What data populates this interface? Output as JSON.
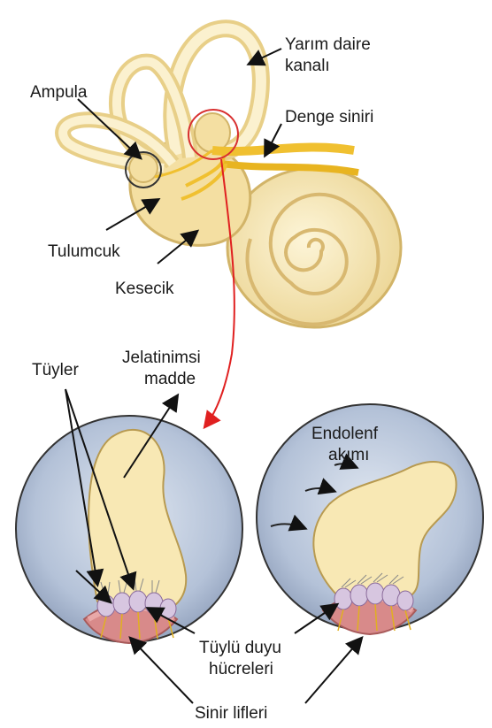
{
  "labels": {
    "yarim_daire_1": "Yarım daire",
    "yarim_daire_2": "kanalı",
    "ampula": "Ampula",
    "denge_siniri": "Denge siniri",
    "tulumcuk": "Tulumcuk",
    "kesecik": "Kesecik",
    "tuyler": "Tüyler",
    "jelatinimsi_1": "Jelatinimsi",
    "jelatinimsi_2": "madde",
    "endolenf_1": "Endolenf",
    "endolenf_2": "akımı",
    "tuylu_duyu_1": "Tüylü duyu",
    "tuylu_duyu_2": "hücreleri",
    "sinir_lifleri": "Sinir lifleri"
  },
  "colors": {
    "labyrinth_fill": "#f6e6b0",
    "labyrinth_stroke": "#d8b870",
    "nerve": "#f0c030",
    "ampulla_bg": "#a9b8cf",
    "cupula": "#f8e8b4",
    "highlight_circle": "#d83030",
    "connector_arrow": "#e02020"
  }
}
